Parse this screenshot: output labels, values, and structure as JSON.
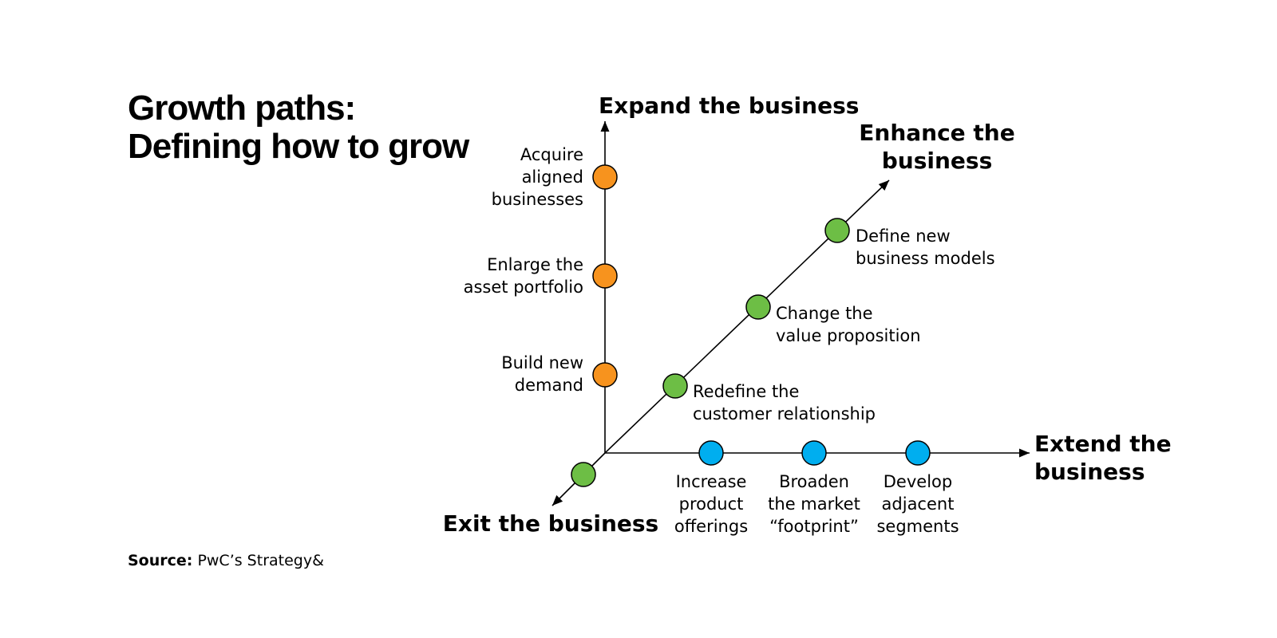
{
  "title": {
    "line1": "Growth paths:",
    "line2": "Defining how to grow"
  },
  "source": {
    "label": "Source:",
    "text": "PwC’s Strategy&"
  },
  "colors": {
    "expand": "#F7931E",
    "enhance": "#6DBE45",
    "extend": "#00AEEF",
    "line": "#000000"
  },
  "axes": {
    "expand": {
      "label_lines": [
        "Expand the business"
      ],
      "steps": [
        {
          "lines": [
            "Build new",
            "demand"
          ]
        },
        {
          "lines": [
            "Enlarge the",
            "asset portfolio"
          ]
        },
        {
          "lines": [
            "Acquire",
            "aligned",
            "businesses"
          ]
        }
      ]
    },
    "enhance": {
      "label_lines": [
        "Enhance the",
        "business"
      ],
      "steps": [
        {
          "lines": [
            "Redefine the",
            "customer relationship"
          ]
        },
        {
          "lines": [
            "Change the",
            "value proposition"
          ]
        },
        {
          "lines": [
            "Define new",
            "business models"
          ]
        }
      ]
    },
    "extend": {
      "label_lines": [
        "Extend the",
        "business"
      ],
      "steps": [
        {
          "lines": [
            "Increase",
            "product",
            "offerings"
          ]
        },
        {
          "lines": [
            "Broaden",
            "the market",
            "“footprint”"
          ]
        },
        {
          "lines": [
            "Develop",
            "adjacent",
            "segments"
          ]
        }
      ]
    },
    "exit": {
      "label_lines": [
        "Exit the business"
      ]
    }
  }
}
